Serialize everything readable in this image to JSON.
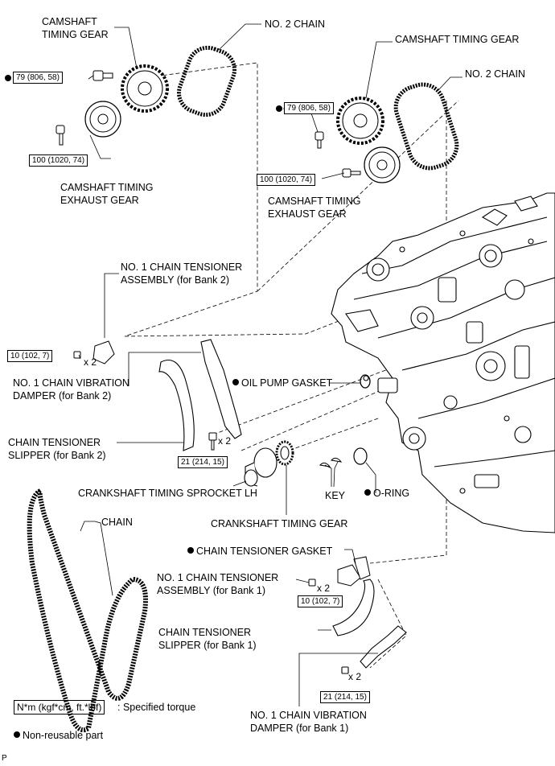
{
  "labels": {
    "camshaft_timing_gear_b2": "CAMSHAFT\nTIMING GEAR",
    "no2_chain_b2": "NO. 2 CHAIN",
    "camshaft_timing_gear_b1": "CAMSHAFT TIMING GEAR",
    "no2_chain_b1": "NO. 2 CHAIN",
    "cam_exhaust_gear_b2": "CAMSHAFT TIMING\nEXHAUST GEAR",
    "cam_exhaust_gear_b1": "CAMSHAFT TIMING\nEXHAUST GEAR",
    "tensioner_assy_b2": "NO. 1 CHAIN TENSIONER\nASSEMBLY (for Bank 2)",
    "vibration_damper_b2": "NO. 1 CHAIN VIBRATION\nDAMPER (for Bank 2)",
    "oil_pump_gasket": "OIL PUMP GASKET",
    "tensioner_slipper_b2": "CHAIN TENSIONER\nSLIPPER (for Bank 2)",
    "crank_sprocket_lh": "CRANKSHAFT TIMING SPROCKET LH",
    "key": "KEY",
    "o_ring": "O-RING",
    "chain": "CHAIN",
    "crank_timing_gear": "CRANKSHAFT TIMING GEAR",
    "tensioner_gasket": "CHAIN TENSIONER GASKET",
    "tensioner_assy_b1": "NO. 1 CHAIN TENSIONER\nASSEMBLY (for Bank 1)",
    "tensioner_slipper_b1": "CHAIN TENSIONER\nSLIPPER (for Bank 1)",
    "vibration_damper_b1": "NO. 1 CHAIN VIBRATION\nDAMPER (for Bank 1)"
  },
  "torques": {
    "t79_b2": "79 (806, 58)",
    "t100_b2": "100 (1020, 74)",
    "t79_b1": "79 (806, 58)",
    "t100_b1": "100 (1020, 74)",
    "t10_b2": "10 (102, 7)",
    "t21_b2": "21 (214, 15)",
    "t10_b1": "10 (102, 7)",
    "t21_b1": "21 (214, 15)"
  },
  "quantities": {
    "x2_tensioner_b2": "x 2",
    "x2_slipper_b2": "x 2",
    "x2_tensioner_b1": "x 2",
    "x2_damper_b1": "x 2"
  },
  "legend": {
    "torque_unit": "N*m (kgf*cm, ft.*lbf)",
    "torque_desc": ": Specified torque",
    "non_reusable": "Non-reusable part"
  },
  "corner_code": "P",
  "colors": {
    "line": "#000000",
    "background": "#ffffff",
    "part_fill": "#ffffff"
  }
}
